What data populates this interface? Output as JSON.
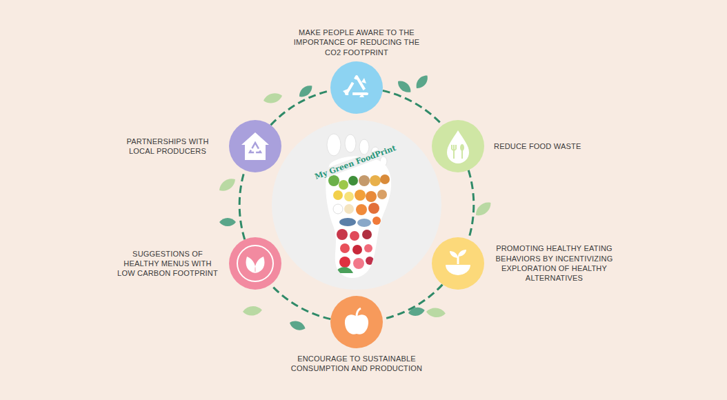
{
  "diagram": {
    "nodes": [
      {
        "text": [
          "MAKE PEOPLE AWARE TO THE IMPORTANCE OF REDUCING THE CO2 FOOTPRINT"
        ]
      },
      {
        "text": [
          "REDUCE FOOD WASTE"
        ]
      },
      {
        "text": [
          "PROMOTING HEALTHY EATING BEHAVIORS BY INCENTIVIZING EXPLORATION OF HEALTHY ALTERNATIVES"
        ]
      },
      {
        "text": [
          "ENCOURAGE TO SUSTAINABLE CONSUMPTION AND PRODUCTION"
        ]
      },
      {
        "text": [
          "SUGGESTIONS OF HEALTHY MENUS WITH LOW CARBON FOOTPRINT"
        ]
      },
      {
        "text": [
          "PARTNERSHIPS WITH LOCAL PRODUCERS"
        ]
      },
      {
        "text": [
          "My Green FoodPrint"
        ]
      }
    ],
    "edges": [
      {
        "from": 0,
        "to": 1,
        "arrow": "none"
      },
      {
        "from": 1,
        "to": 2,
        "arrow": "none"
      },
      {
        "from": 2,
        "to": 3,
        "arrow": "none"
      },
      {
        "from": 3,
        "to": 4,
        "arrow": "none"
      },
      {
        "from": 4,
        "to": 5,
        "arrow": "none"
      },
      {
        "from": 5,
        "to": 0,
        "arrow": "none"
      }
    ]
  }
}
